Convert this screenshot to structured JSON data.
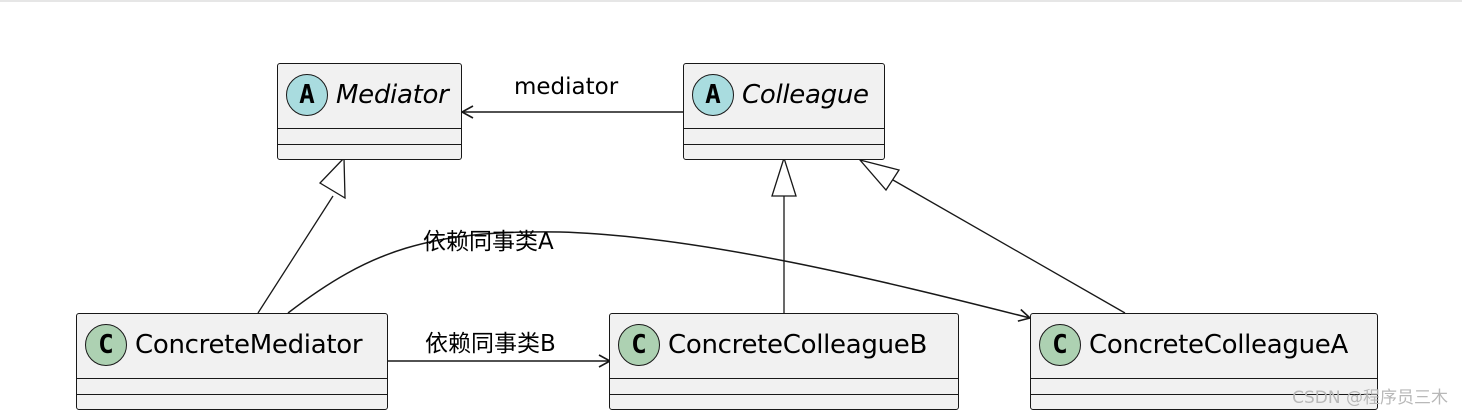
{
  "classes": {
    "mediator": {
      "stereotype": "A",
      "name": "Mediator",
      "abstract": true
    },
    "colleague": {
      "stereotype": "A",
      "name": "Colleague",
      "abstract": true
    },
    "concrete_mediator": {
      "stereotype": "C",
      "name": "ConcreteMediator",
      "abstract": false
    },
    "concrete_colleague_b": {
      "stereotype": "C",
      "name": "ConcreteColleagueB",
      "abstract": false
    },
    "concrete_colleague_a": {
      "stereotype": "C",
      "name": "ConcreteColleagueA",
      "abstract": false
    }
  },
  "relations": {
    "colleague_to_mediator": "mediator",
    "mediator_depends_a": "依赖同事类A",
    "mediator_depends_b": "依赖同事类B"
  },
  "colors": {
    "abstract_badge": "#a9dcdf",
    "class_badge": "#add1b2",
    "box_fill": "#f1f1f1",
    "line": "#181818"
  },
  "watermark": "CSDN @程序员三木"
}
